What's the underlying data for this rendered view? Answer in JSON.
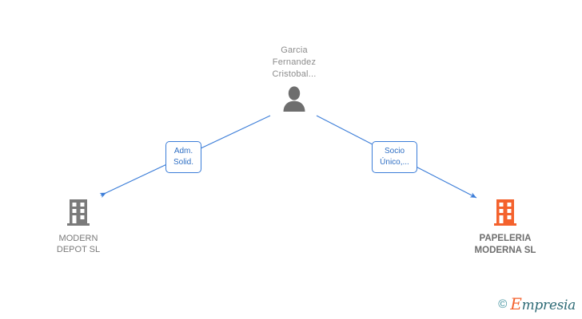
{
  "diagram": {
    "type": "company-relationship-graph",
    "colors": {
      "edge": "#3b7dd8",
      "label_box_border": "#3b7dd8",
      "label_box_text": "#2f6fc4",
      "person_icon": "#6e6e6e",
      "person_text": "#8c8c8c",
      "company_icon_gray": "#7a7a7a",
      "company_icon_orange": "#f4622d",
      "company_text": "#7a7a7a",
      "watermark_orange": "#f4622d",
      "watermark_teal": "#2e6b76",
      "background": "#ffffff"
    },
    "root": {
      "name": "Garcia\nFernandez\nCristobal...",
      "icon": "person-icon"
    },
    "nodes": [
      {
        "id": "modern-depot",
        "name": "MODERN\nDEPOT SL",
        "icon": "building-icon",
        "icon_color": "#7a7a7a",
        "is_current": false
      },
      {
        "id": "papeleria-moderna",
        "name": "PAPELERIA\nMODERNA SL",
        "icon": "building-icon",
        "icon_color": "#f4622d",
        "is_current": true
      }
    ],
    "edges": [
      {
        "id": "edge-adm-solid",
        "from": "garcia-fernandez-cristobal",
        "to": "modern-depot",
        "label": "Adm.\nSolid."
      },
      {
        "id": "edge-socio-unico",
        "from": "garcia-fernandez-cristobal",
        "to": "papeleria-moderna",
        "label": "Socio\nÚnico,..."
      }
    ]
  },
  "watermark": {
    "copyright": "©",
    "initial": "E",
    "rest": "mpresia"
  }
}
